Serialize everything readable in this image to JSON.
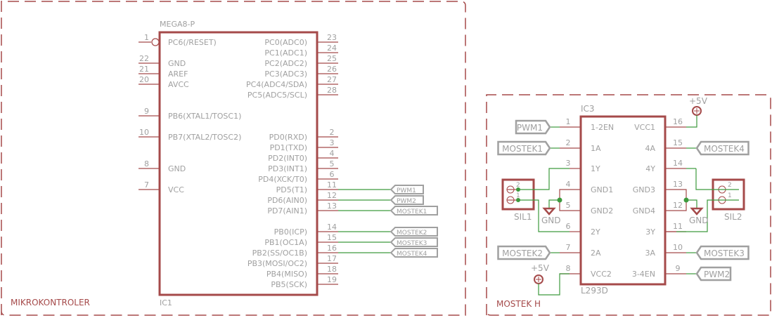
{
  "frames": {
    "left_title": "MIKROKONTROLER",
    "right_title": "MOSTEK H"
  },
  "ic1": {
    "part": "MEGA8-P",
    "name": "IC1",
    "left_pins": [
      {
        "num": "1",
        "name": "PC6(/RESET)"
      },
      {
        "num": "22",
        "name": "GND"
      },
      {
        "num": "21",
        "name": "AREF"
      },
      {
        "num": "20",
        "name": "AVCC"
      },
      {
        "num": "9",
        "name": "PB6(XTAL1/TOSC1)"
      },
      {
        "num": "10",
        "name": "PB7(XTAL2/TOSC2)"
      },
      {
        "num": "8",
        "name": "GND"
      },
      {
        "num": "7",
        "name": "VCC"
      }
    ],
    "right_pins": [
      {
        "num": "23",
        "name": "PC0(ADC0)"
      },
      {
        "num": "24",
        "name": "PC1(ADC1)"
      },
      {
        "num": "25",
        "name": "PC2(ADC2)"
      },
      {
        "num": "26",
        "name": "PC3(ADC3)"
      },
      {
        "num": "27",
        "name": "PC4(ADC4/SDA)"
      },
      {
        "num": "28",
        "name": "PC5(ADC5/SCL)"
      },
      {
        "num": "2",
        "name": "PD0(RXD)"
      },
      {
        "num": "3",
        "name": "PD1(TXD)"
      },
      {
        "num": "4",
        "name": "PD2(INT0)"
      },
      {
        "num": "5",
        "name": "PD3(INT1)"
      },
      {
        "num": "6",
        "name": "PD4(XCK/T0)"
      },
      {
        "num": "11",
        "name": "PD5(T1)"
      },
      {
        "num": "12",
        "name": "PD6(AIN0)"
      },
      {
        "num": "13",
        "name": "PD7(AIN1)"
      },
      {
        "num": "14",
        "name": "PB0(ICP)"
      },
      {
        "num": "15",
        "name": "PB1(OC1A)"
      },
      {
        "num": "16",
        "name": "PB2(SS/OC1B)"
      },
      {
        "num": "17",
        "name": "PB3(MOSI/OC2)"
      },
      {
        "num": "18",
        "name": "PB4(MISO)"
      },
      {
        "num": "19",
        "name": "PB5(SCK)"
      }
    ],
    "net_labels": [
      "PWM1",
      "PWM2",
      "MOSTEK1",
      "MOSTEK2",
      "MOSTEK3",
      "MOSTEK4"
    ]
  },
  "ic3": {
    "part": "L293D",
    "name": "IC3",
    "left_pins": [
      {
        "num": "1",
        "name": "1-2EN"
      },
      {
        "num": "2",
        "name": "1A"
      },
      {
        "num": "3",
        "name": "1Y"
      },
      {
        "num": "4",
        "name": "GND1"
      },
      {
        "num": "5",
        "name": "GND2"
      },
      {
        "num": "6",
        "name": "2Y"
      },
      {
        "num": "7",
        "name": "2A"
      },
      {
        "num": "8",
        "name": "VCC2"
      }
    ],
    "right_pins": [
      {
        "num": "16",
        "name": "VCC1"
      },
      {
        "num": "15",
        "name": "4A"
      },
      {
        "num": "14",
        "name": "4Y"
      },
      {
        "num": "13",
        "name": "GND3"
      },
      {
        "num": "12",
        "name": "GND4"
      },
      {
        "num": "11",
        "name": "3Y"
      },
      {
        "num": "10",
        "name": "3A"
      },
      {
        "num": "9",
        "name": "3-4EN"
      }
    ],
    "left_labels": [
      "PWM1",
      "MOSTEK1",
      "MOSTEK2"
    ],
    "right_labels": [
      "MOSTEK4",
      "MOSTEK3",
      "PWM2"
    ]
  },
  "power": {
    "vcc_label": "+5V",
    "gnd_label": "GND"
  },
  "connectors": {
    "sil1": {
      "name": "SIL1",
      "pin1": "1",
      "pin2": "2"
    },
    "sil2": {
      "name": "SIL2",
      "pin1": "1",
      "pin2": "2"
    }
  },
  "colors": {
    "symbol": "#a54a4a",
    "net": "#3d9a3d",
    "text": "#a0a0a0"
  }
}
